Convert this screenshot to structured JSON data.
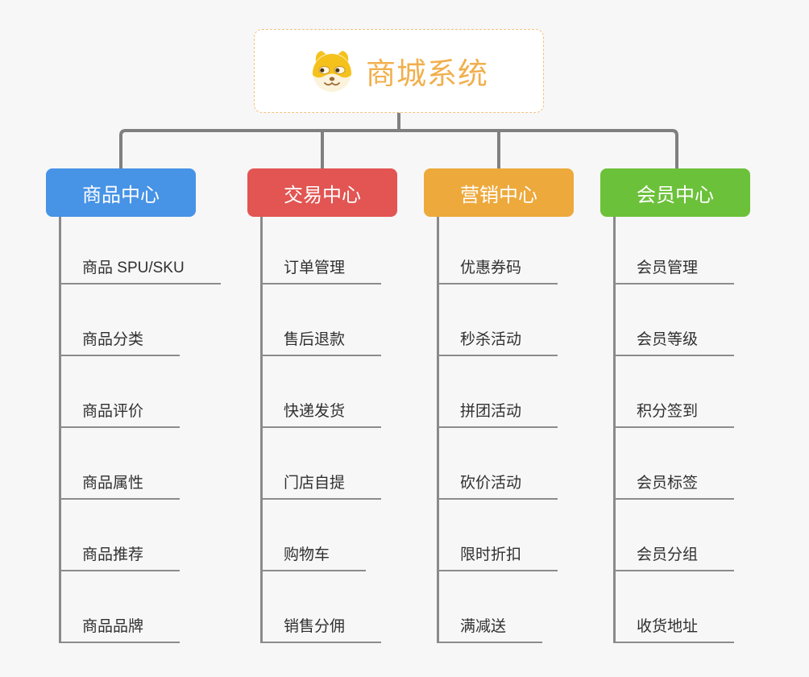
{
  "canvas": {
    "background": "#F7F7F7",
    "connector_color": "#808080",
    "trunk_color": "#8A8A8A",
    "underline_color": "#8C8C8C",
    "leaf_text_color": "#303030"
  },
  "root": {
    "title": "商城系统",
    "icon": "doge-icon",
    "text_color": "#F1AF4D",
    "border_color": "#F2C27E",
    "background": "#FFFFFF"
  },
  "branches": [
    {
      "label": "商品中心",
      "color": "#4793E6",
      "children": [
        "商品 SPU/SKU",
        "商品分类",
        "商品评价",
        "商品属性",
        "商品推荐",
        "商品品牌"
      ]
    },
    {
      "label": "交易中心",
      "color": "#E25552",
      "children": [
        "订单管理",
        "售后退款",
        "快递发货",
        "门店自提",
        "购物车",
        "销售分佣"
      ]
    },
    {
      "label": "营销中心",
      "color": "#EDA93B",
      "children": [
        "优惠券码",
        "秒杀活动",
        "拼团活动",
        "砍价活动",
        "限时折扣",
        "满减送"
      ]
    },
    {
      "label": "会员中心",
      "color": "#6CC13A",
      "children": [
        "会员管理",
        "会员等级",
        "积分签到",
        "会员标签",
        "会员分组",
        "收货地址"
      ]
    }
  ]
}
